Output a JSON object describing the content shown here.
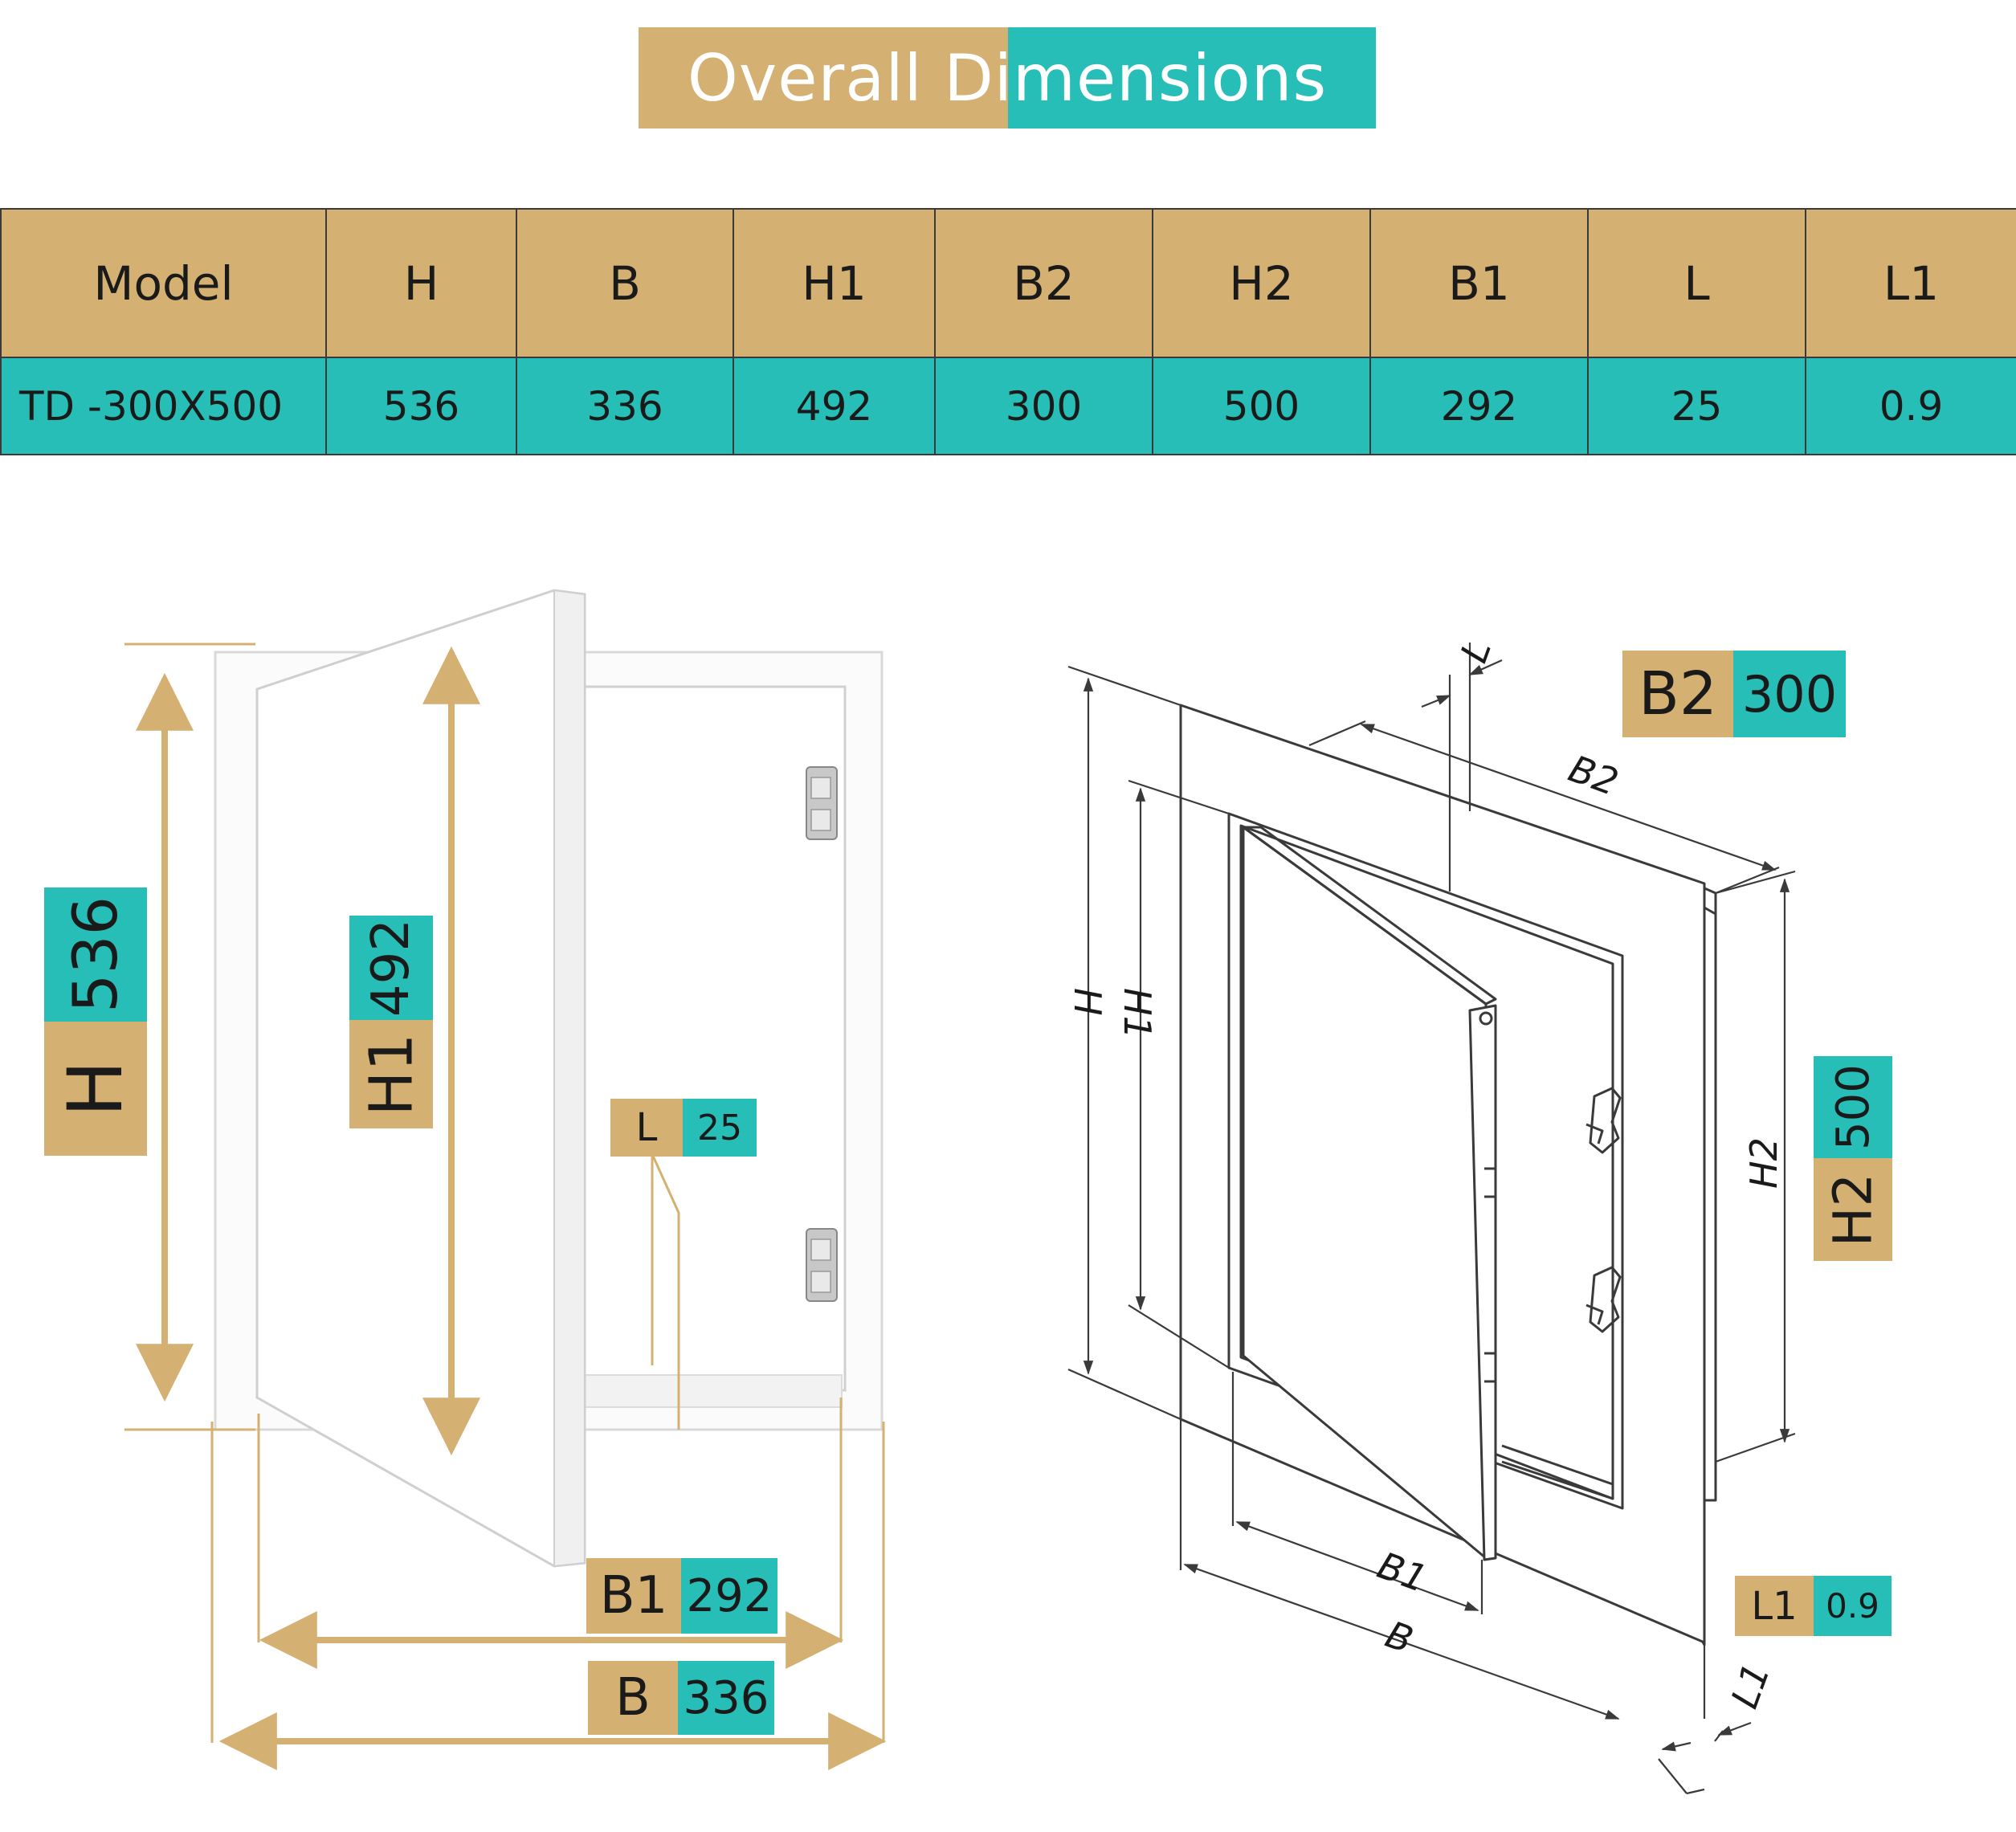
{
  "banner": {
    "title": "Overall Dimensions"
  },
  "colors": {
    "gold": "#d4b072",
    "teal": "#26beb6",
    "line": "#3a3a3a"
  },
  "table": {
    "headers": [
      "Model",
      "H",
      "B",
      "H1",
      "B2",
      "H2",
      "B1",
      "L",
      "L1"
    ],
    "row": [
      "TD -300X500",
      "536",
      "336",
      "492",
      "300",
      "500",
      "292",
      "25",
      "0.9"
    ]
  },
  "left_view": {
    "tags": {
      "H": {
        "key": "H",
        "value": "536"
      },
      "H1": {
        "key": "H1",
        "value": "492"
      },
      "L": {
        "key": "L",
        "value": "25"
      },
      "B1": {
        "key": "B1",
        "value": "292"
      },
      "B": {
        "key": "B",
        "value": "336"
      }
    }
  },
  "right_view": {
    "labels": {
      "H": "H",
      "H1": "H1",
      "H2": "H2",
      "B": "B",
      "B1": "B1",
      "B2": "B2",
      "L": "L",
      "L1": "L1"
    },
    "tags": {
      "B2": {
        "key": "B2",
        "value": "300"
      },
      "H2": {
        "key": "H2",
        "value": "500"
      },
      "L1": {
        "key": "L1",
        "value": "0.9"
      }
    }
  }
}
